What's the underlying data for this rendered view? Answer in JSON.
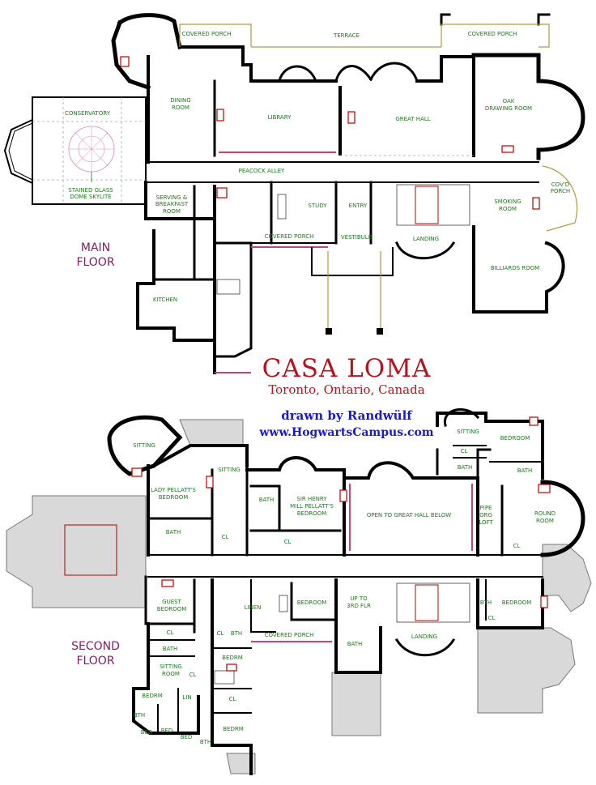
{
  "title": "CASA LOMA",
  "subtitle": "Toronto, Ontario, Canada",
  "credit": "drawn by Randwülf",
  "credit_url": "www.HogwartsCampus.com",
  "colors": {
    "title": "#b4141e",
    "credit": "#1a1acc",
    "floor_label": "#7a1f5f",
    "room_label": "#1d7a1d",
    "walls": "#000000",
    "shaded_area": "#d9d9d9"
  },
  "main_floor": {
    "label_line1": "MAIN",
    "label_line2": "FLOOR",
    "rooms": {
      "covered_porch_left": "COVERED PORCH",
      "terrace": "TERRACE",
      "covered_porch_right": "COVERED PORCH",
      "dining_room_1": "DINING",
      "dining_room_2": "ROOM",
      "library": "LIBRARY",
      "great_hall": "GREAT HALL",
      "oak_drawing_room_1": "OAK",
      "oak_drawing_room_2": "DRAWING ROOM",
      "conservatory": "CONSERVATORY",
      "dome_1": "STAINED GLASS",
      "dome_2": "DOME SKYLITE",
      "peacock_alley": "PEACOCK ALLEY",
      "covd_porch_1": "COV'D",
      "covd_porch_2": "PORCH",
      "serving_1": "SERVING &",
      "serving_2": "BREAKFAST",
      "serving_3": "ROOM",
      "study": "STUDY",
      "entry": "ENTRY",
      "smoking_1": "SMOKING",
      "smoking_2": "ROOM",
      "covered_porch_mid": "COVERED PORCH",
      "vestibule": "VESTIBULE",
      "landing": "LANDING",
      "billiards_room": "BILLIARDS ROOM",
      "kitchen": "KITCHEN"
    }
  },
  "second_floor": {
    "label_line1": "SECOND",
    "label_line2": "FLOOR",
    "rooms": {
      "sitting_left": "SITTING",
      "sitting_mid": "SITTING",
      "lady_1": "LADY PELLATT'S",
      "lady_2": "BEDROOM",
      "bath_lady": "BATH",
      "cl_lady": "CL",
      "bath_henry": "BATH",
      "henry_1": "SIR HENRY",
      "henry_2": "MILL PELLATT'S",
      "henry_3": "BEDROOM",
      "cl_henry": "CL",
      "open_hall": "OPEN TO GREAT HALL BELOW",
      "pipe_1": "PIPE",
      "pipe_2": "ORG",
      "pipe_3": "LOFT",
      "sitting_right": "SITTING",
      "cl_right_top": "CL",
      "bath_right_top": "BATH",
      "bedroom_right_top": "BEDROOM",
      "bath_right_mid": "BATH",
      "round_room_1": "ROUND",
      "round_room_2": "ROOM",
      "cl_round": "CL",
      "guest_1": "GUEST",
      "guest_2": "BEDROOM",
      "linen": "LINEN",
      "bedroom_center": "BEDROOM",
      "up_1": "UP TO",
      "up_2": "3RD FLR",
      "bth_right": "BTH",
      "bedroom_right_low": "BEDROOM",
      "cl_right_low": "CL",
      "cl_w1": "CL",
      "bath_w": "BATH",
      "sitting_room_1": "SITTING",
      "sitting_room_2": "ROOM",
      "cl_w2": "CL",
      "cl_m1": "CL",
      "bth_m": "BTH",
      "covered_porch": "COVERED PORCH",
      "bath_center": "BATH",
      "landing": "LANDING",
      "bedrm_m1": "BEDRM",
      "cl_m2": "CL",
      "bedrm_m2": "BEDRM",
      "bedrm_w": "BEDRM",
      "lin_w": "LIN",
      "bth_w": "BTH",
      "bed_1": "BED",
      "bed_2": "BED",
      "bed_3": "BED",
      "bth_w2": "BTH"
    }
  }
}
